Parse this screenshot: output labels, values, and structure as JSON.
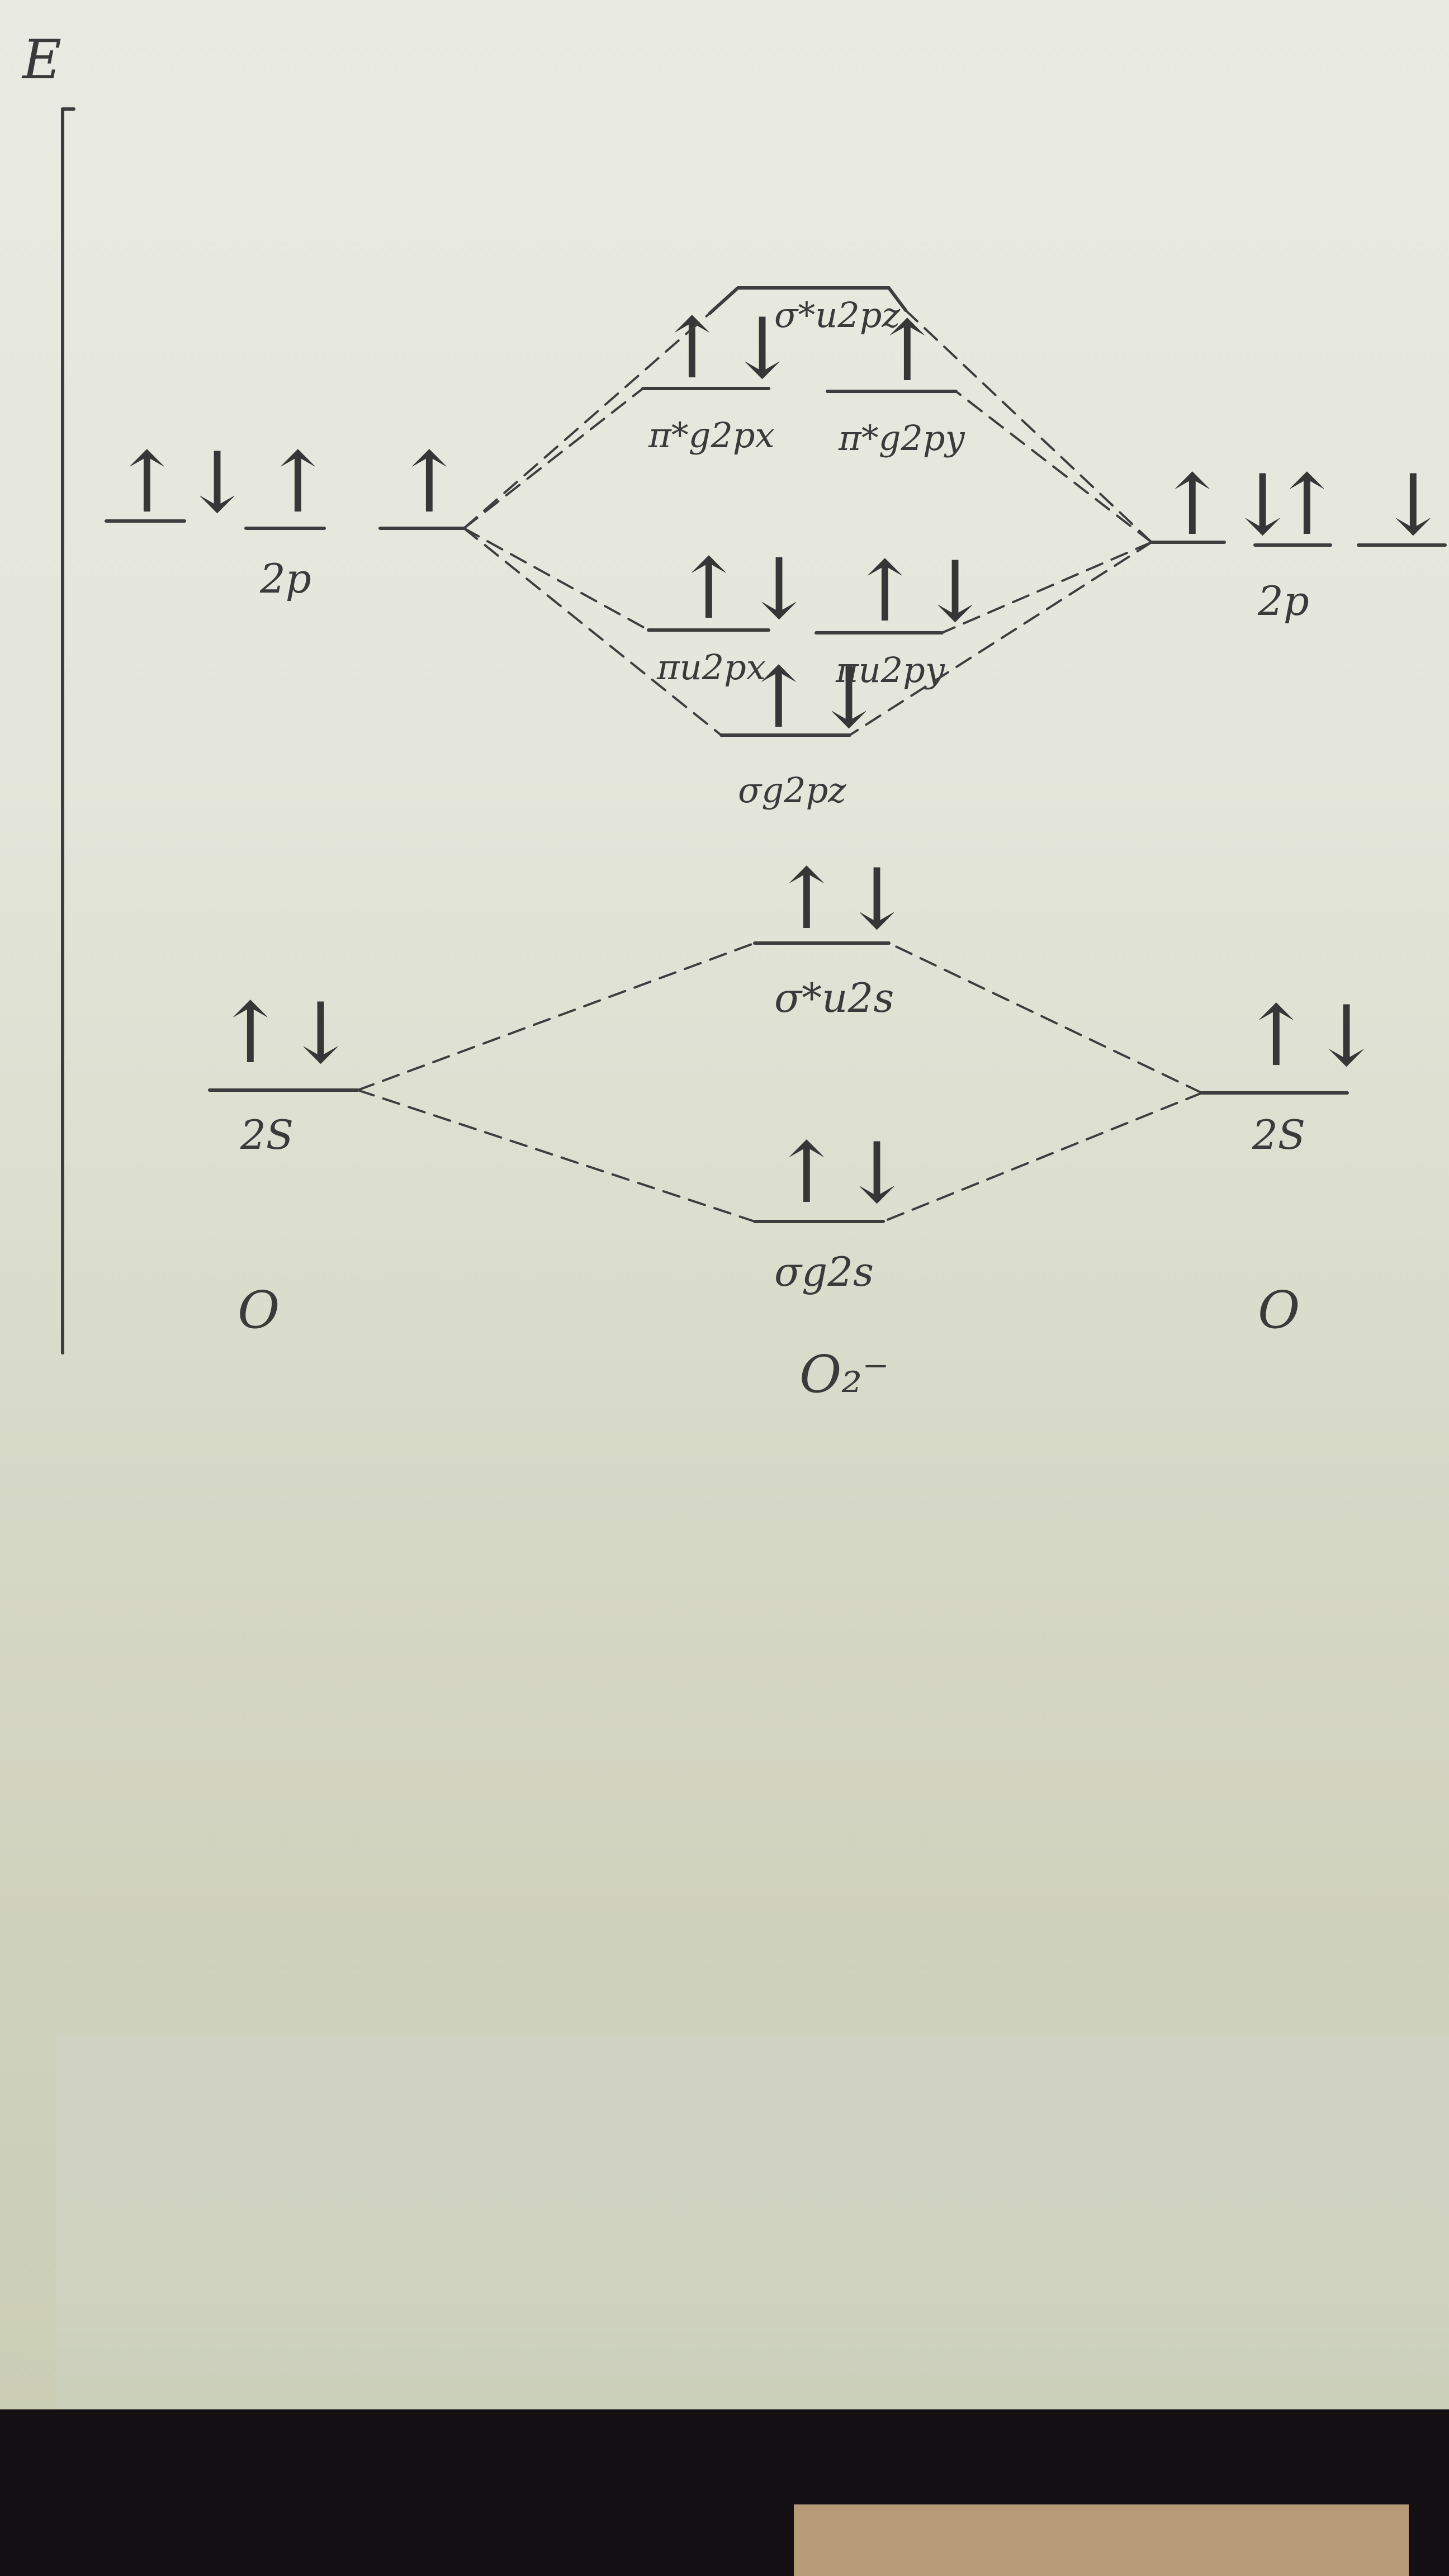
{
  "axis": {
    "label": "E"
  },
  "left_atom": {
    "name": "O",
    "levels": [
      {
        "orbital": "2p",
        "electrons": [
          "↑↓",
          "↑",
          "↑"
        ]
      },
      {
        "orbital": "2S",
        "electrons": "↑↓"
      }
    ]
  },
  "right_atom": {
    "name": "O",
    "levels": [
      {
        "orbital": "2p",
        "electrons": [
          "↑↓",
          "↑",
          "↓"
        ]
      },
      {
        "orbital": "2S",
        "electrons": "↑↓"
      }
    ]
  },
  "molecule": {
    "name": "O₂⁻",
    "orbitals": [
      {
        "label": "σ*u2pz",
        "electrons": ""
      },
      {
        "label": "π*g2px",
        "electrons": "↑↓"
      },
      {
        "label": "π*g2py",
        "electrons": "↑"
      },
      {
        "label": "πu2px",
        "electrons": "↑↓"
      },
      {
        "label": "πu2py",
        "electrons": "↑↓"
      },
      {
        "label": "σg2pz",
        "electrons": "↑↓"
      },
      {
        "label": "σ*u2s",
        "electrons": "↑↓"
      },
      {
        "label": "σg2s",
        "electrons": "↑↓"
      }
    ]
  },
  "colors": {
    "ink": "#3d3d3d",
    "paper": "#e6e8dd"
  }
}
